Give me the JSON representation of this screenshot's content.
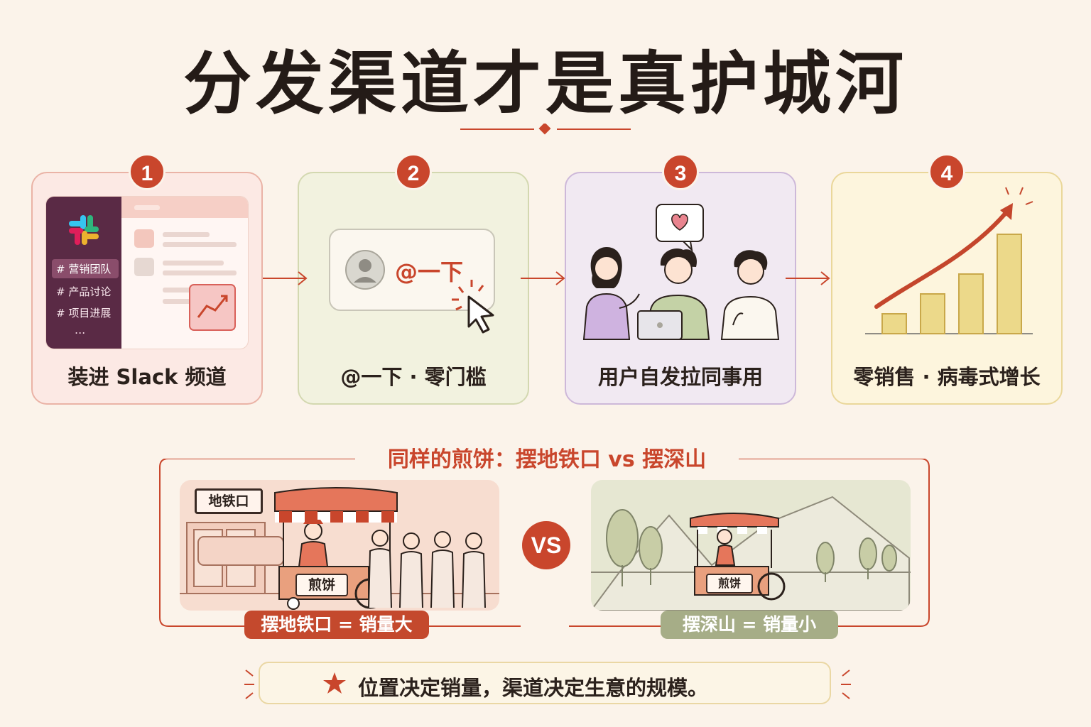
{
  "title": "分发渠道才是真护城河",
  "colors": {
    "accent": "#c9462c",
    "background": "#fbf3ea",
    "step1": "#fce9e4",
    "step2": "#f2f2df",
    "step3": "#f1e9f2",
    "step4": "#fdf5dd"
  },
  "steps": [
    {
      "number": "1",
      "label": "装进 Slack 频道",
      "icon": "slack-window-illustration"
    },
    {
      "number": "2",
      "label": "@一下 · 零门槛",
      "icon": "mention-click-illustration"
    },
    {
      "number": "3",
      "label": "用户自发拉同事用",
      "icon": "colleagues-sharing-illustration"
    },
    {
      "number": "4",
      "label": "零销售 · 病毒式增长",
      "icon": "growth-chart-illustration"
    }
  ],
  "slack_mock": {
    "channels": [
      "# 营销团队",
      "# 产品讨论",
      "# 项目进展"
    ],
    "more": "..."
  },
  "mention_mock": {
    "text": "@一下"
  },
  "comparison": {
    "title": "同样的煎饼：摆地铁口 vs 摆深山",
    "vs": "VS",
    "left": {
      "sign": "地铁口",
      "cart_label": "煎饼",
      "caption": "摆地铁口 = 销量大"
    },
    "right": {
      "cart_label": "煎饼",
      "caption": "摆深山 = 销量小"
    }
  },
  "conclusion": {
    "text": "位置决定销量，渠道决定生意的规模。"
  },
  "growth_chart": {
    "type": "bar",
    "values": [
      1,
      2,
      3,
      5
    ]
  }
}
